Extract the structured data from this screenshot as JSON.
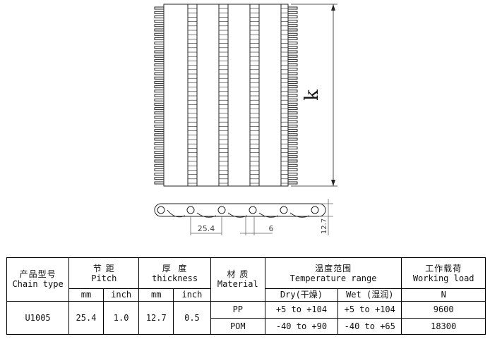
{
  "drawing": {
    "k_label": "k",
    "pitch_dim": "25.4",
    "gap_dim": "6",
    "thickness_dim": "12.7"
  },
  "table": {
    "headers": {
      "product_type_cn": "产品型号",
      "product_type_en": "Chain type",
      "pitch_cn": "节 距",
      "pitch_en": "Pitch",
      "thickness_cn": "厚  度",
      "thickness_en": "thickness",
      "material_cn": "材 质",
      "material_en": "Material",
      "temp_cn": "温度范围",
      "temp_en": "Temperature range",
      "load_cn": "工作载荷",
      "load_en": "Working load"
    },
    "subheaders": {
      "pitch_mm": "mm",
      "pitch_inch": "inch",
      "thick_mm": "mm",
      "thick_inch": "inch",
      "dry": "Dry(干燥)",
      "wet": "Wet (湿润)",
      "load_unit": "N"
    },
    "row": {
      "type": "U1005",
      "pitch_mm": "25.4",
      "pitch_inch": "1.0",
      "thick_mm": "12.7",
      "thick_inch": "0.5"
    },
    "materials": [
      {
        "name": "PP",
        "dry": "+5 to +104",
        "wet": "+5 to +104",
        "load": "9600"
      },
      {
        "name": "POM",
        "dry": "-40 to +90",
        "wet": "-40 to +65",
        "load": "18300"
      }
    ]
  }
}
